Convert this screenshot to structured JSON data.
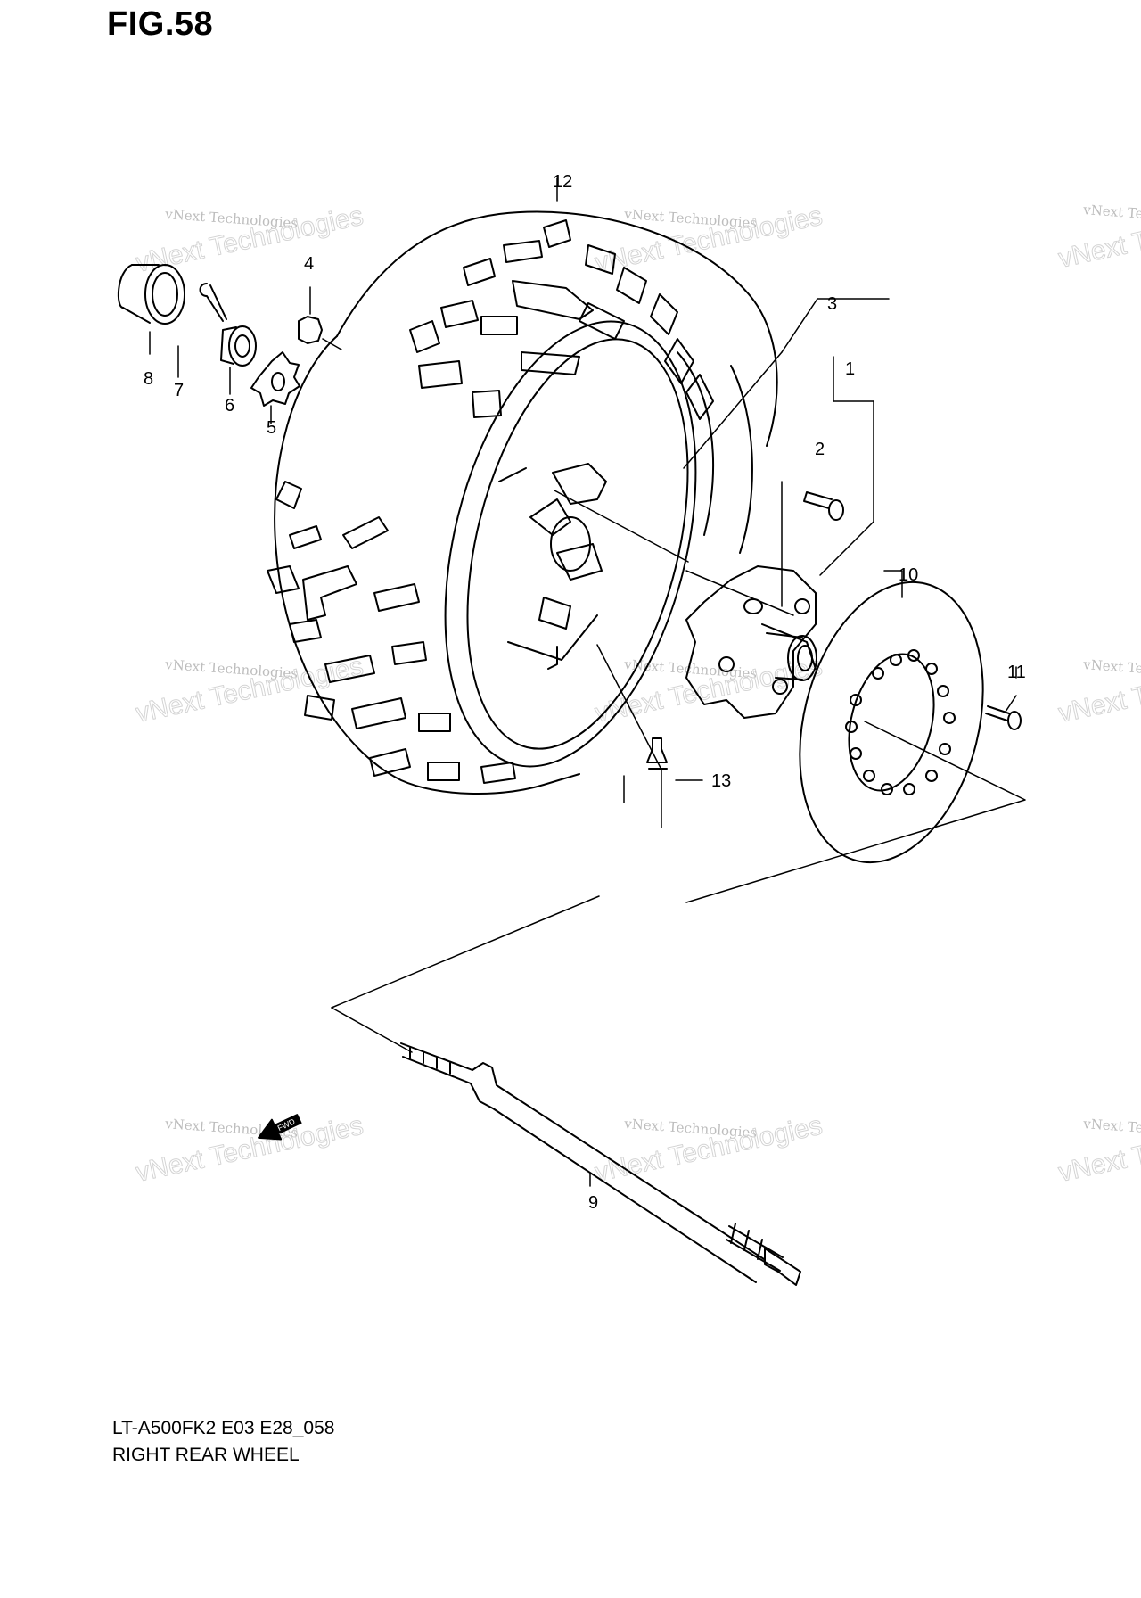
{
  "figure": {
    "title": "FIG.58",
    "model_code": "LT-A500FK2 E03 E28_058",
    "assembly_name": "RIGHT REAR WHEEL"
  },
  "callouts": [
    {
      "id": "1",
      "part": "hub assembly (group)"
    },
    {
      "id": "2",
      "part": "hub bolt"
    },
    {
      "id": "3",
      "part": "wheel hub"
    },
    {
      "id": "4",
      "part": "nut"
    },
    {
      "id": "5",
      "part": "washer"
    },
    {
      "id": "6",
      "part": "castle nut"
    },
    {
      "id": "7",
      "part": "cotter pin"
    },
    {
      "id": "8",
      "part": "hub cap"
    },
    {
      "id": "9",
      "part": "rear axle shaft"
    },
    {
      "id": "10",
      "part": "brake disc"
    },
    {
      "id": "11",
      "part": "disc bolt"
    },
    {
      "id": "12",
      "part": "rear tire and wheel"
    },
    {
      "id": "13",
      "part": "valve"
    }
  ],
  "watermark": {
    "line1": "vNext Technologies",
    "line2": "vNext Technologies"
  },
  "front_arrow_label": "FWD",
  "colors": {
    "line": "#000000",
    "watermark": "#c8c8c8",
    "background": "#ffffff"
  }
}
